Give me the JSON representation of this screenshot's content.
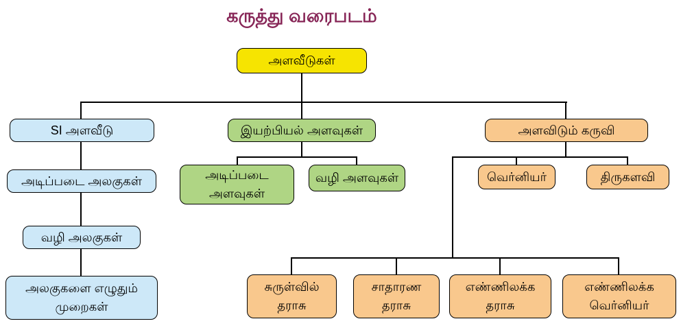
{
  "title": "கருத்து வரைபடம்",
  "root_label": "அளவீடுகள்",
  "left": [
    "SI அளவீடு",
    "அடிப்படை அலகுகள்",
    "வழி அலகுகள்",
    "அலகுகளை எழுதும் முறைகள்"
  ],
  "middle": {
    "parent": "இயற்பியல் அளவுகள்",
    "children": [
      "அடிப்படை அளவுகள்",
      "வழி அளவுகள்"
    ]
  },
  "right": {
    "parent": "அளவிடும் கருவி",
    "children": [
      "வெர்னியர்",
      "திருகளவி"
    ],
    "instruments": [
      "சுருள்வில் தராசு",
      "சாதாரண தராசு",
      "எண்ணிலக்க தராசு",
      "எண்ணிலக்க வெர்னியர்"
    ]
  },
  "colors": {
    "title": "#872657",
    "line": "#000000",
    "root_box": "#f6e401",
    "left_box": "#cde8f8",
    "middle_box": "#afd584",
    "right_box": "#f9c88d"
  }
}
